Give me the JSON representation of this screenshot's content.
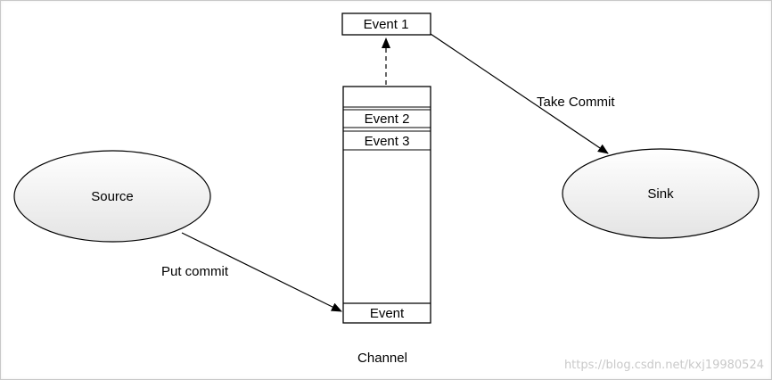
{
  "diagram": {
    "source": {
      "label": "Source"
    },
    "sink": {
      "label": "Sink"
    },
    "channel": {
      "label": "Channel",
      "events": [
        "Event 2",
        "Event 3"
      ],
      "bottom_event": "Event"
    },
    "taken_event": {
      "label": "Event 1"
    },
    "edges": {
      "put": "Put commit",
      "take": "Take Commit"
    }
  },
  "watermark": "https://blog.csdn.net/kxj19980524",
  "colors": {
    "stroke": "#000000",
    "ellipse_fill_top": "#ffffff",
    "ellipse_fill_bottom": "#e6e6e6",
    "watermark": "#c9c9c9"
  }
}
